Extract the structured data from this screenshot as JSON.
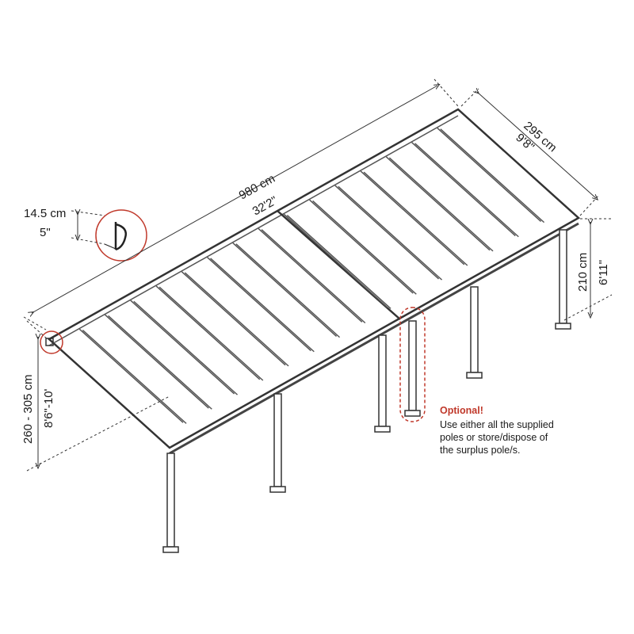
{
  "dimensions": {
    "length_cm": "980 cm",
    "length_ft": "32'2\"",
    "width_cm": "295 cm",
    "width_ft": "9'8\"",
    "back_height_cm": "210 cm",
    "back_height_ft": "6'11\"",
    "front_height_cm": "260 - 305 cm",
    "front_height_ft": "8'6\"-10'",
    "profile_cm": "14.5 cm",
    "profile_in": "5\""
  },
  "note": {
    "title": "Optional!",
    "lines": [
      "Use either all the supplied",
      "poles or store/dispose of",
      "the surplus pole/s."
    ]
  },
  "colors": {
    "accent": "#c0392b",
    "frame": "#333333"
  }
}
